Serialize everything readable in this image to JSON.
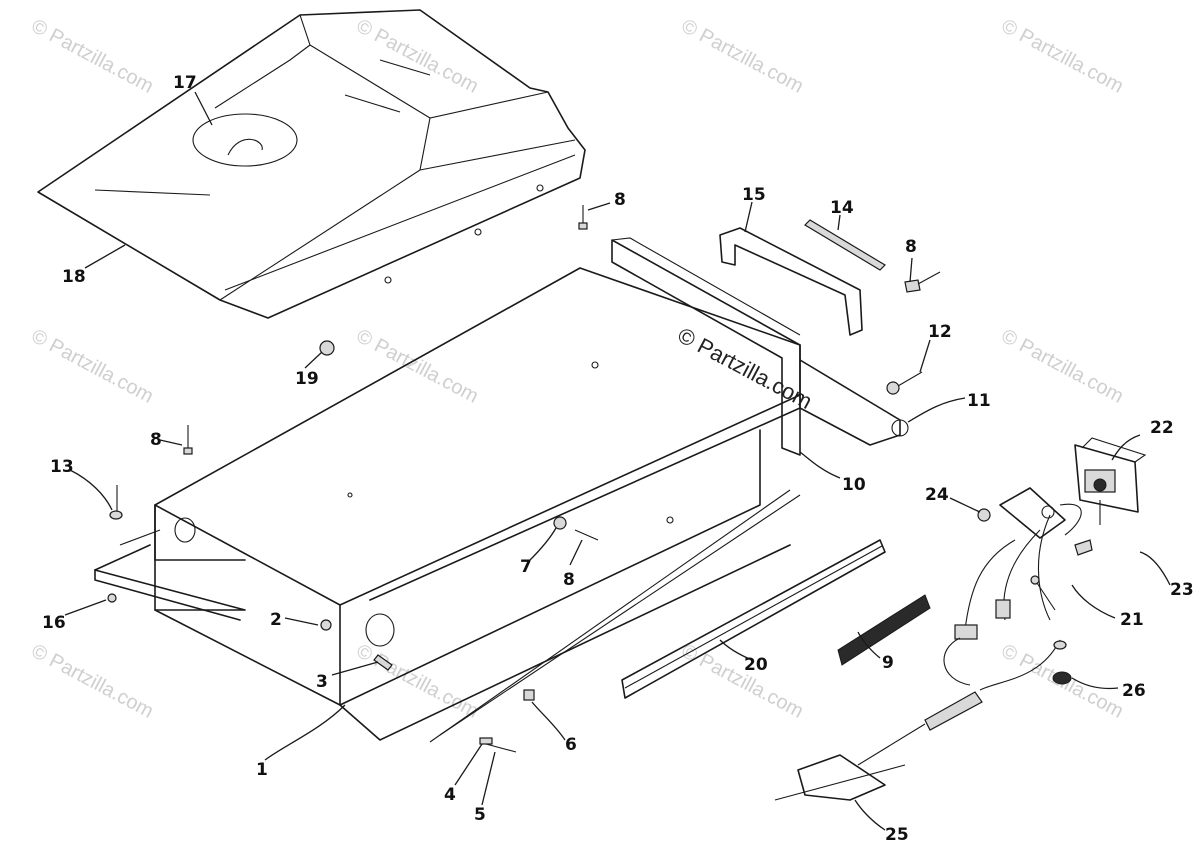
{
  "watermark": {
    "text": "© Partzilla.com",
    "center_text": "© Partzilla.com"
  },
  "callouts": [
    "1",
    "2",
    "3",
    "4",
    "5",
    "6",
    "7",
    "8",
    "9",
    "10",
    "11",
    "12",
    "13",
    "14",
    "15",
    "16",
    "17",
    "18",
    "19",
    "20",
    "21",
    "22",
    "23",
    "24",
    "25",
    "26"
  ]
}
